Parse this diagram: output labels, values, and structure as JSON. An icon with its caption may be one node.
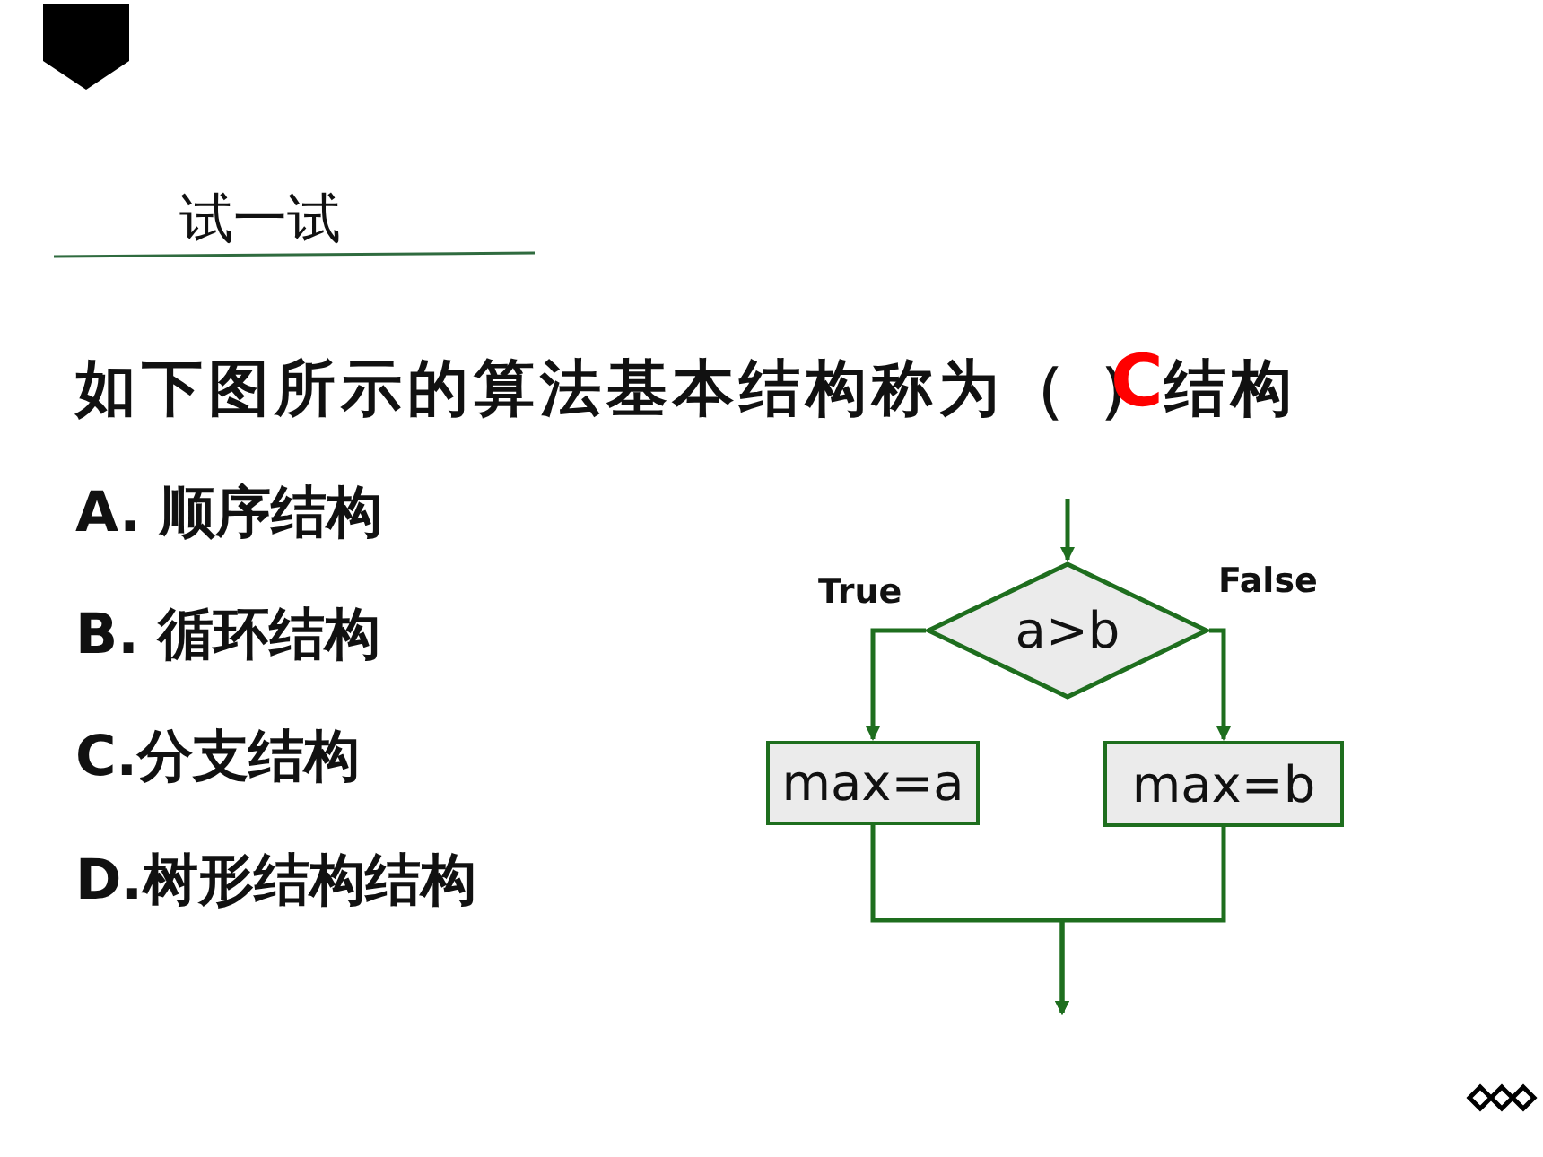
{
  "diagram": {
    "nodes": [
      {
        "text": [
          "a>b"
        ]
      },
      {
        "text": [
          "max=a"
        ]
      },
      {
        "text": [
          "max=b"
        ]
      }
    ],
    "edges": [
      {
        "from": null,
        "to": 0,
        "arrow": "to"
      },
      {
        "from": 0,
        "to": 1,
        "arrow": "to",
        "label": "True"
      },
      {
        "from": 0,
        "to": 2,
        "arrow": "to",
        "label": "False"
      },
      {
        "from": 1,
        "to": null,
        "arrow": "to"
      },
      {
        "from": 2,
        "to": null,
        "arrow": "to"
      }
    ],
    "labels": [
      "试一试",
      "如下图所示的算法基本结构称为（ ）结构",
      "C",
      "A. 顺序结构",
      "B. 循环结构",
      "C.分支结构",
      "D.树形结构结构"
    ]
  }
}
